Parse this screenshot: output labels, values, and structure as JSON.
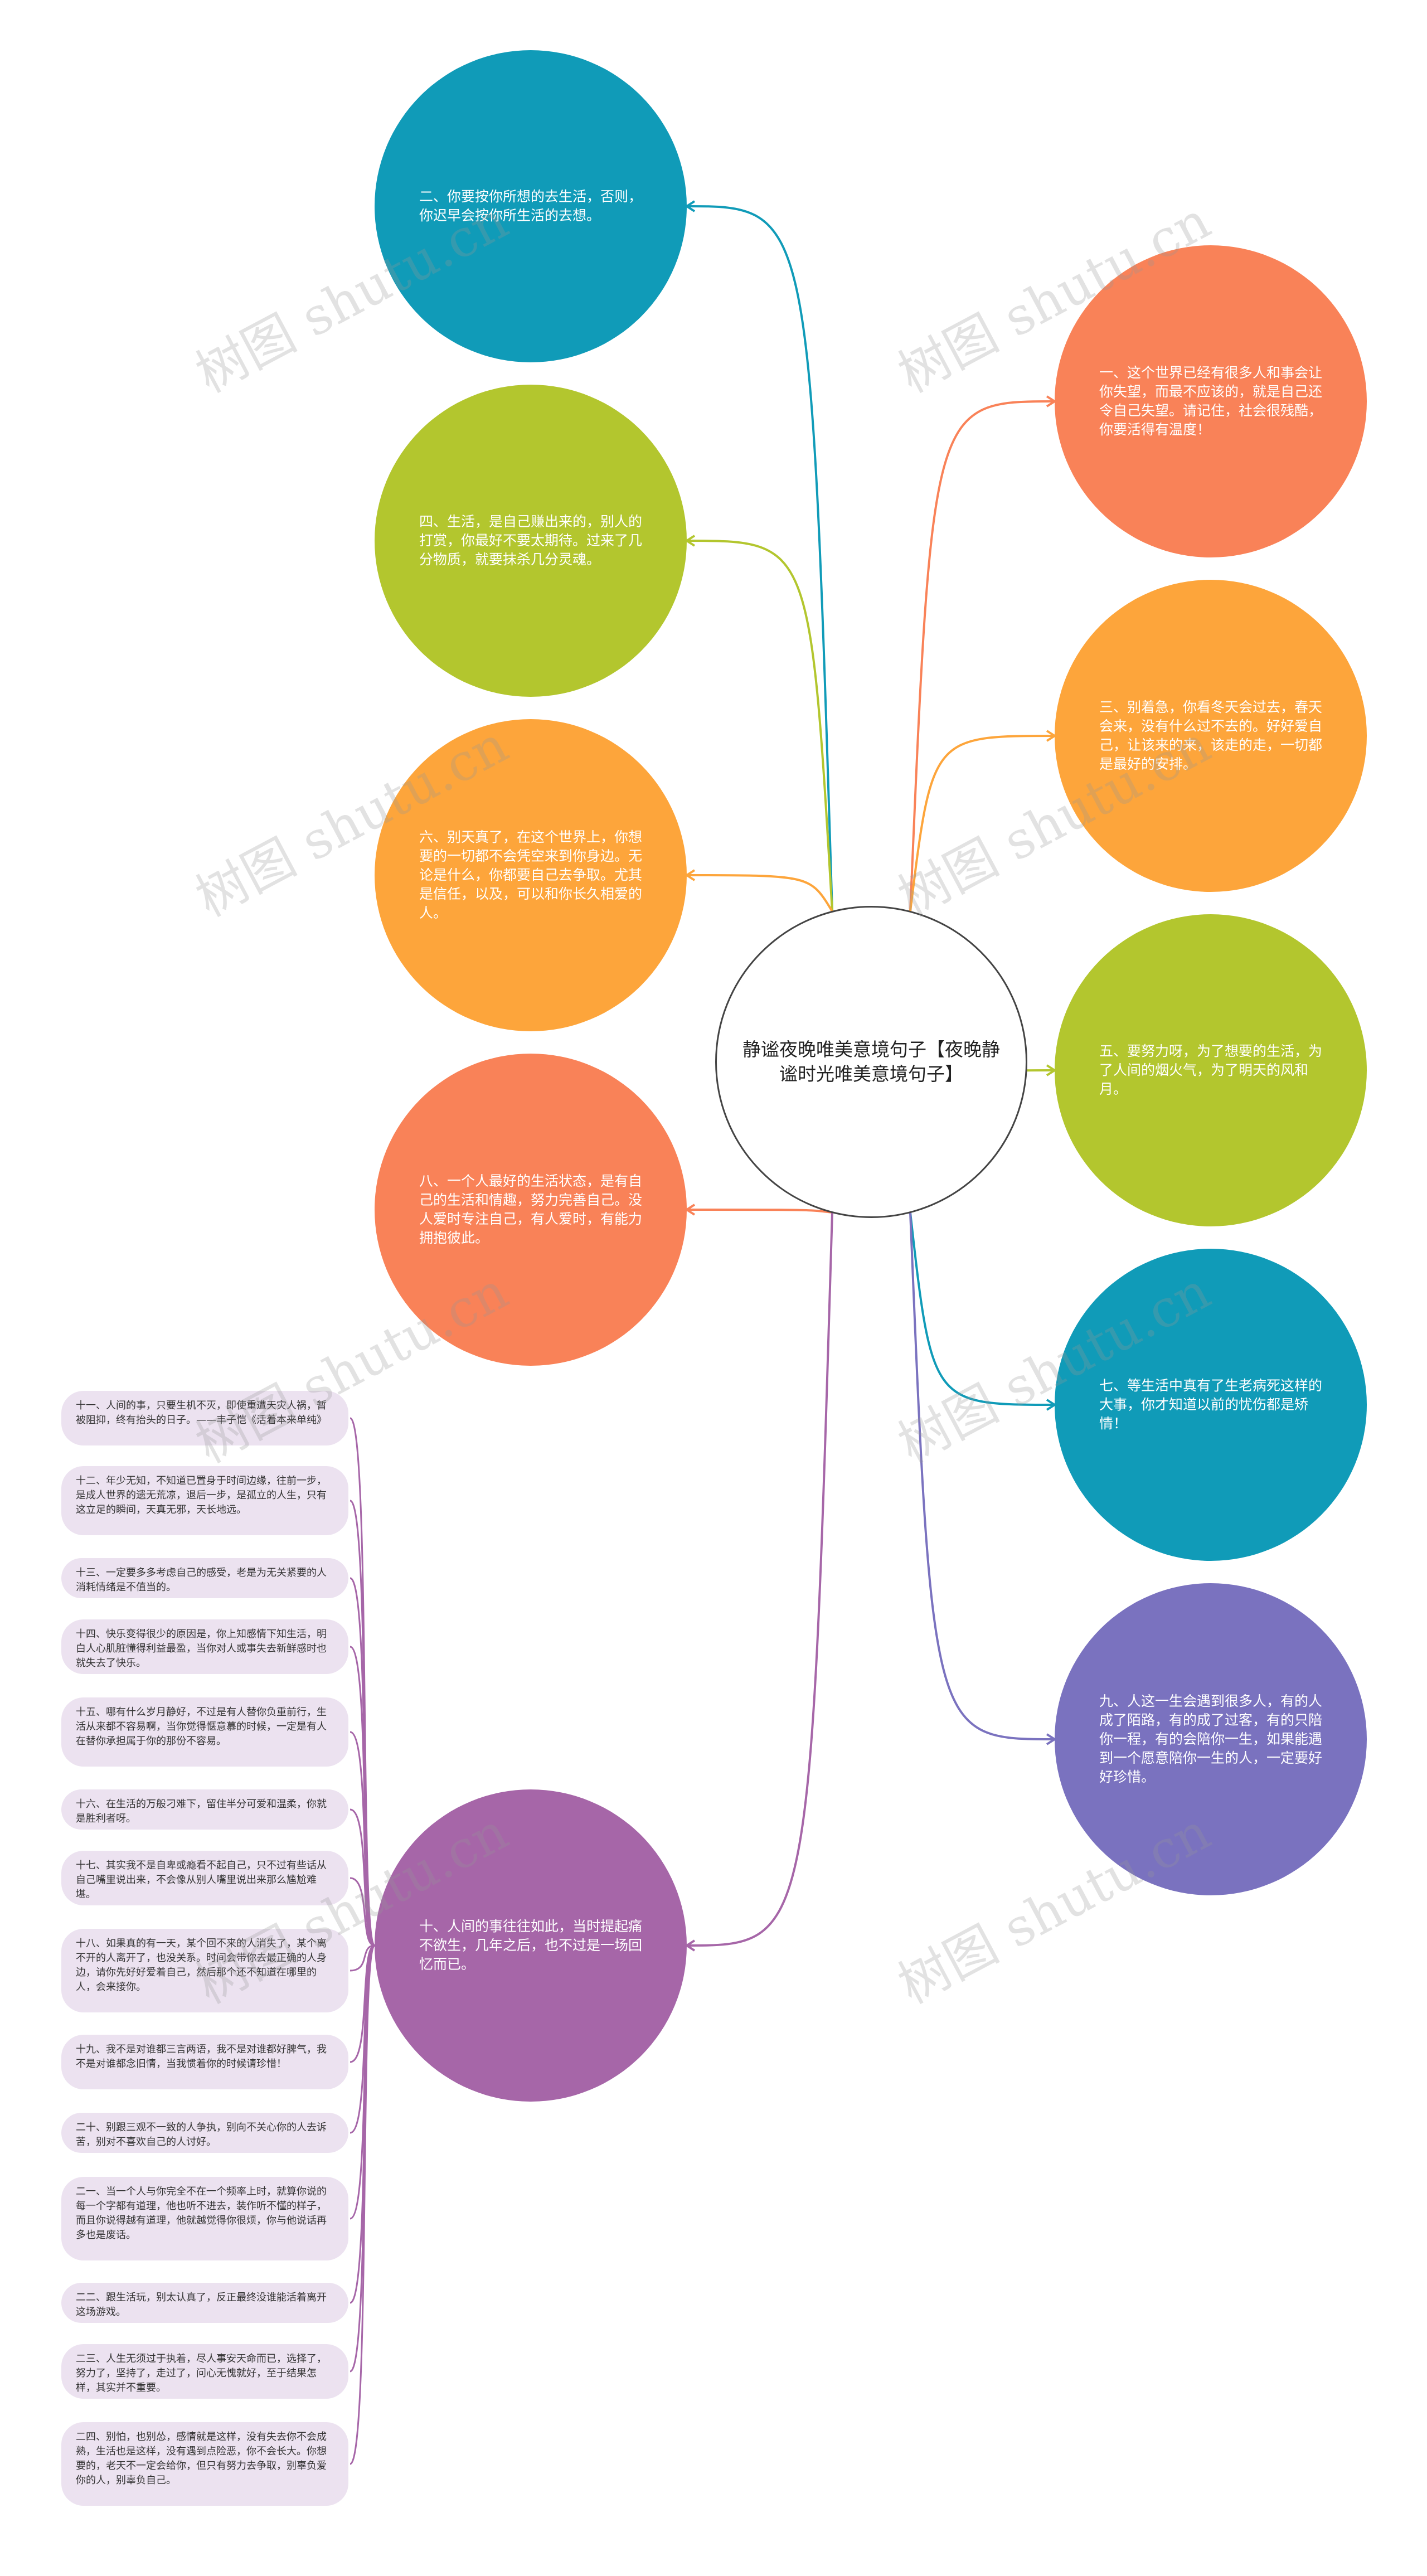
{
  "center": {
    "text": "静谧夜晚唯美意境句子【夜晚静谧时光唯美意境句子】"
  },
  "nodes": [
    {
      "text": "二、你要按你所想的去生活，否则，你迟早会按你所生活的去想。",
      "color": "#109bb8"
    },
    {
      "text": "一、这个世界已经有很多人和事会让你失望，而最不应该的，就是自己还令自己失望。请记住，社会很残酷，你要活得有温度！",
      "color": "#f98258"
    },
    {
      "text": "四、生活，是自己赚出来的，别人的打赏，你最好不要太期待。过来了几分物质，就要抹杀几分灵魂。",
      "color": "#b3c62e"
    },
    {
      "text": "三、别着急，你看冬天会过去，春天会来，没有什么过不去的。好好爱自己，让该来的来，该走的走，一切都是最好的安排。",
      "color": "#fda53b"
    },
    {
      "text": "六、别天真了，在这个世界上，你想要的一切都不会凭空来到你身边。无论是什么，你都要自己去争取。尤其是信任，以及，可以和你长久相爱的人。",
      "color": "#fda53b"
    },
    {
      "text": "五、要努力呀，为了想要的生活，为了人间的烟火气，为了明天的风和月。",
      "color": "#b3c62e"
    },
    {
      "text": "八、一个人最好的生活状态，是有自己的生活和情趣，努力完善自己。没人爱时专注自己，有人爱时，有能力拥抱彼此。",
      "color": "#f98258"
    },
    {
      "text": "七、等生活中真有了生老病死这样的大事，你才知道以前的忧伤都是矫情！",
      "color": "#109bb8"
    },
    {
      "text": "九、人这一生会遇到很多人，有的人成了陌路，有的成了过客，有的只陪你一程，有的会陪你一生，如果能遇到一个愿意陪你一生的人，一定要好好珍惜。",
      "color": "#7a72bf"
    },
    {
      "text": "十、人间的事往往如此，当时提起痛不欲生，几年之后，也不过是一场回忆而已。",
      "color": "#a666a8"
    }
  ],
  "leaves": [
    "十一、人间的事，只要生机不灭，即使重遭天灾人祸，暂被阻抑，终有抬头的日子。——丰子恺《活着本来单纯》",
    "十二、年少无知，不知道已置身于时间边缘，往前一步，是成人世界的遗无荒凉，退后一步，是孤立的人生，只有这立足的瞬间，天真无邪，天长地远。",
    "十三、一定要多多考虑自己的感受，老是为无关紧要的人消耗情绪是不值当的。",
    "十四、快乐变得很少的原因是，你上知感情下知生活，明白人心肌脏懂得利益最盈，当你对人或事失去新鲜感时也就失去了快乐。",
    "十五、哪有什么岁月静好，不过是有人替你负重前行，生活从来都不容易啊，当你觉得惬意慕的时候，一定是有人在替你承担属于你的那份不容易。",
    "十六、在生活的万般刁难下，留住半分可爱和温柔，你就是胜利者呀。",
    "十七、其实我不是自卑或瘾看不起自己，只不过有些话从自己嘴里说出来，不会像从别人嘴里说出来那么尴尬难堪。",
    "十八、如果真的有一天，某个回不来的人消失了，某个离不开的人离开了，也没关系。时间会带你去最正确的人身边，请你先好好爱着自己，然后那个还不知道在哪里的人，会来接你。",
    "十九、我不是对谁都三言两语，我不是对谁都好脾气，我不是对谁都念旧情，当我惯着你的时候请珍惜！",
    "二十、别跟三观不一致的人争执，别向不关心你的人去诉苦，别对不喜欢自己的人讨好。",
    "二一、当一个人与你完全不在一个频率上时，就算你说的每一个字都有道理，他也听不进去，装作听不懂的样子，而且你说得越有道理，他就越觉得你很烦，你与他说话再多也是废话。",
    "二二、跟生活玩，别太认真了，反正最终没谁能活着离开这场游戏。",
    "二三、人生无须过于执着，尽人事安天命而已，选择了，努力了，坚持了，走过了，问心无愧就好，至于结果怎样，其实并不重要。",
    "二四、别怕，也别怂，感情就是这样，没有失去你不会成熟，生活也是这样，没有遇到点险恶，你不会长大。你想要的，老天不一定会给你，但只有努力去争取，别辜负爱你的人，别辜负自己。"
  ],
  "watermark": "树图 shutu.cn"
}
